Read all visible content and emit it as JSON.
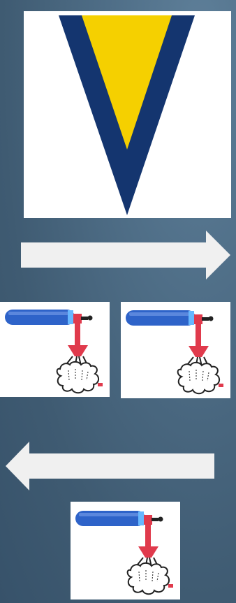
{
  "logo": {
    "name": "v-shaped-logo",
    "colors": {
      "outer": "#14356f",
      "inner": "#f5d000",
      "background": "#ffffff"
    }
  },
  "arrows": [
    {
      "direction": "right",
      "color": "#f0f0f0"
    },
    {
      "direction": "left",
      "color": "#f0f0f0"
    }
  ],
  "extinguishers": [
    {
      "icon": "fire-extinguisher-icon"
    },
    {
      "icon": "fire-extinguisher-icon"
    },
    {
      "icon": "fire-extinguisher-icon"
    }
  ],
  "colors": {
    "background": "#46657e",
    "cylinder": "#2e63c9",
    "valve": "#e03a4c",
    "spray": "#222222"
  }
}
